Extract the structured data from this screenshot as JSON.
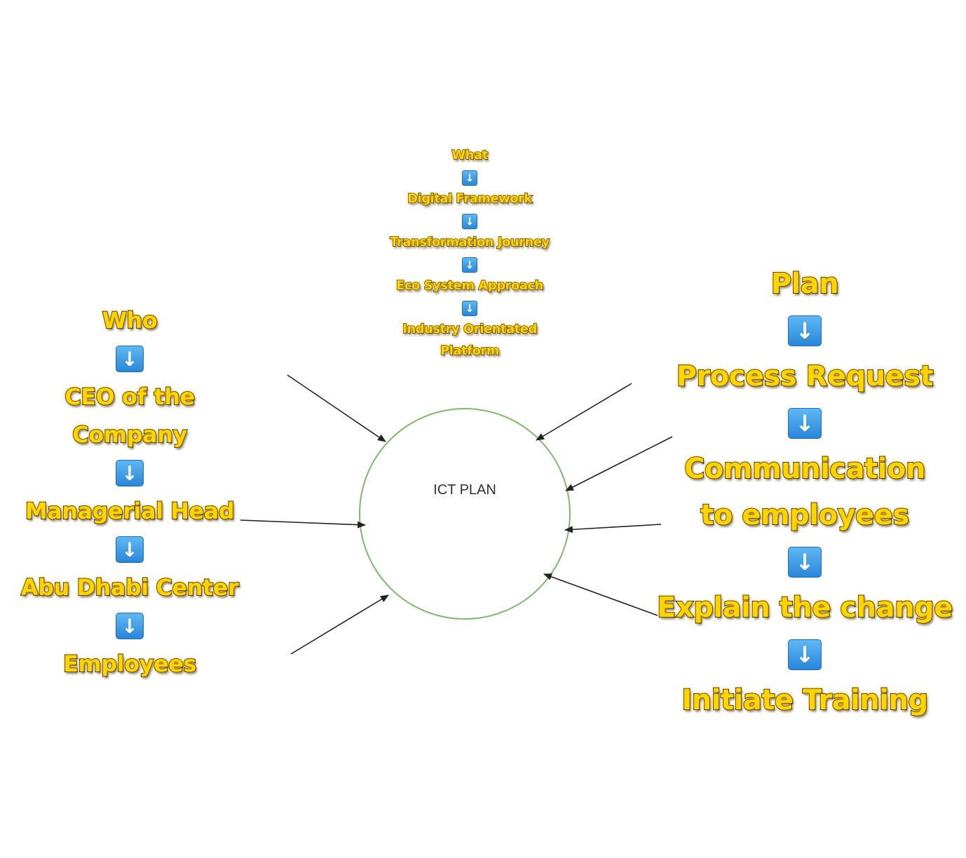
{
  "center": {
    "label": "ICT PLAN",
    "circle_color": "#7dbb6a"
  },
  "top_stack": {
    "items": [
      "What",
      "Digital Framework",
      "Transformation Journey",
      "Eco System Approach",
      "Industry Orientated Platform"
    ]
  },
  "left_stack": {
    "items": [
      "Who",
      "CEO of the Company",
      "Managerial Head",
      "Abu Dhabi Center",
      "Employees"
    ]
  },
  "right_stack": {
    "items": [
      "Plan",
      "Process Request",
      "Communication to employees",
      "Explain the change",
      "Initiate Training"
    ]
  },
  "colors": {
    "label_fill": "#ffd400",
    "label_stroke": "#111111",
    "arrow_icon": "#3a99e6"
  },
  "icons": {
    "stack_separator": "down-arrow-icon"
  }
}
